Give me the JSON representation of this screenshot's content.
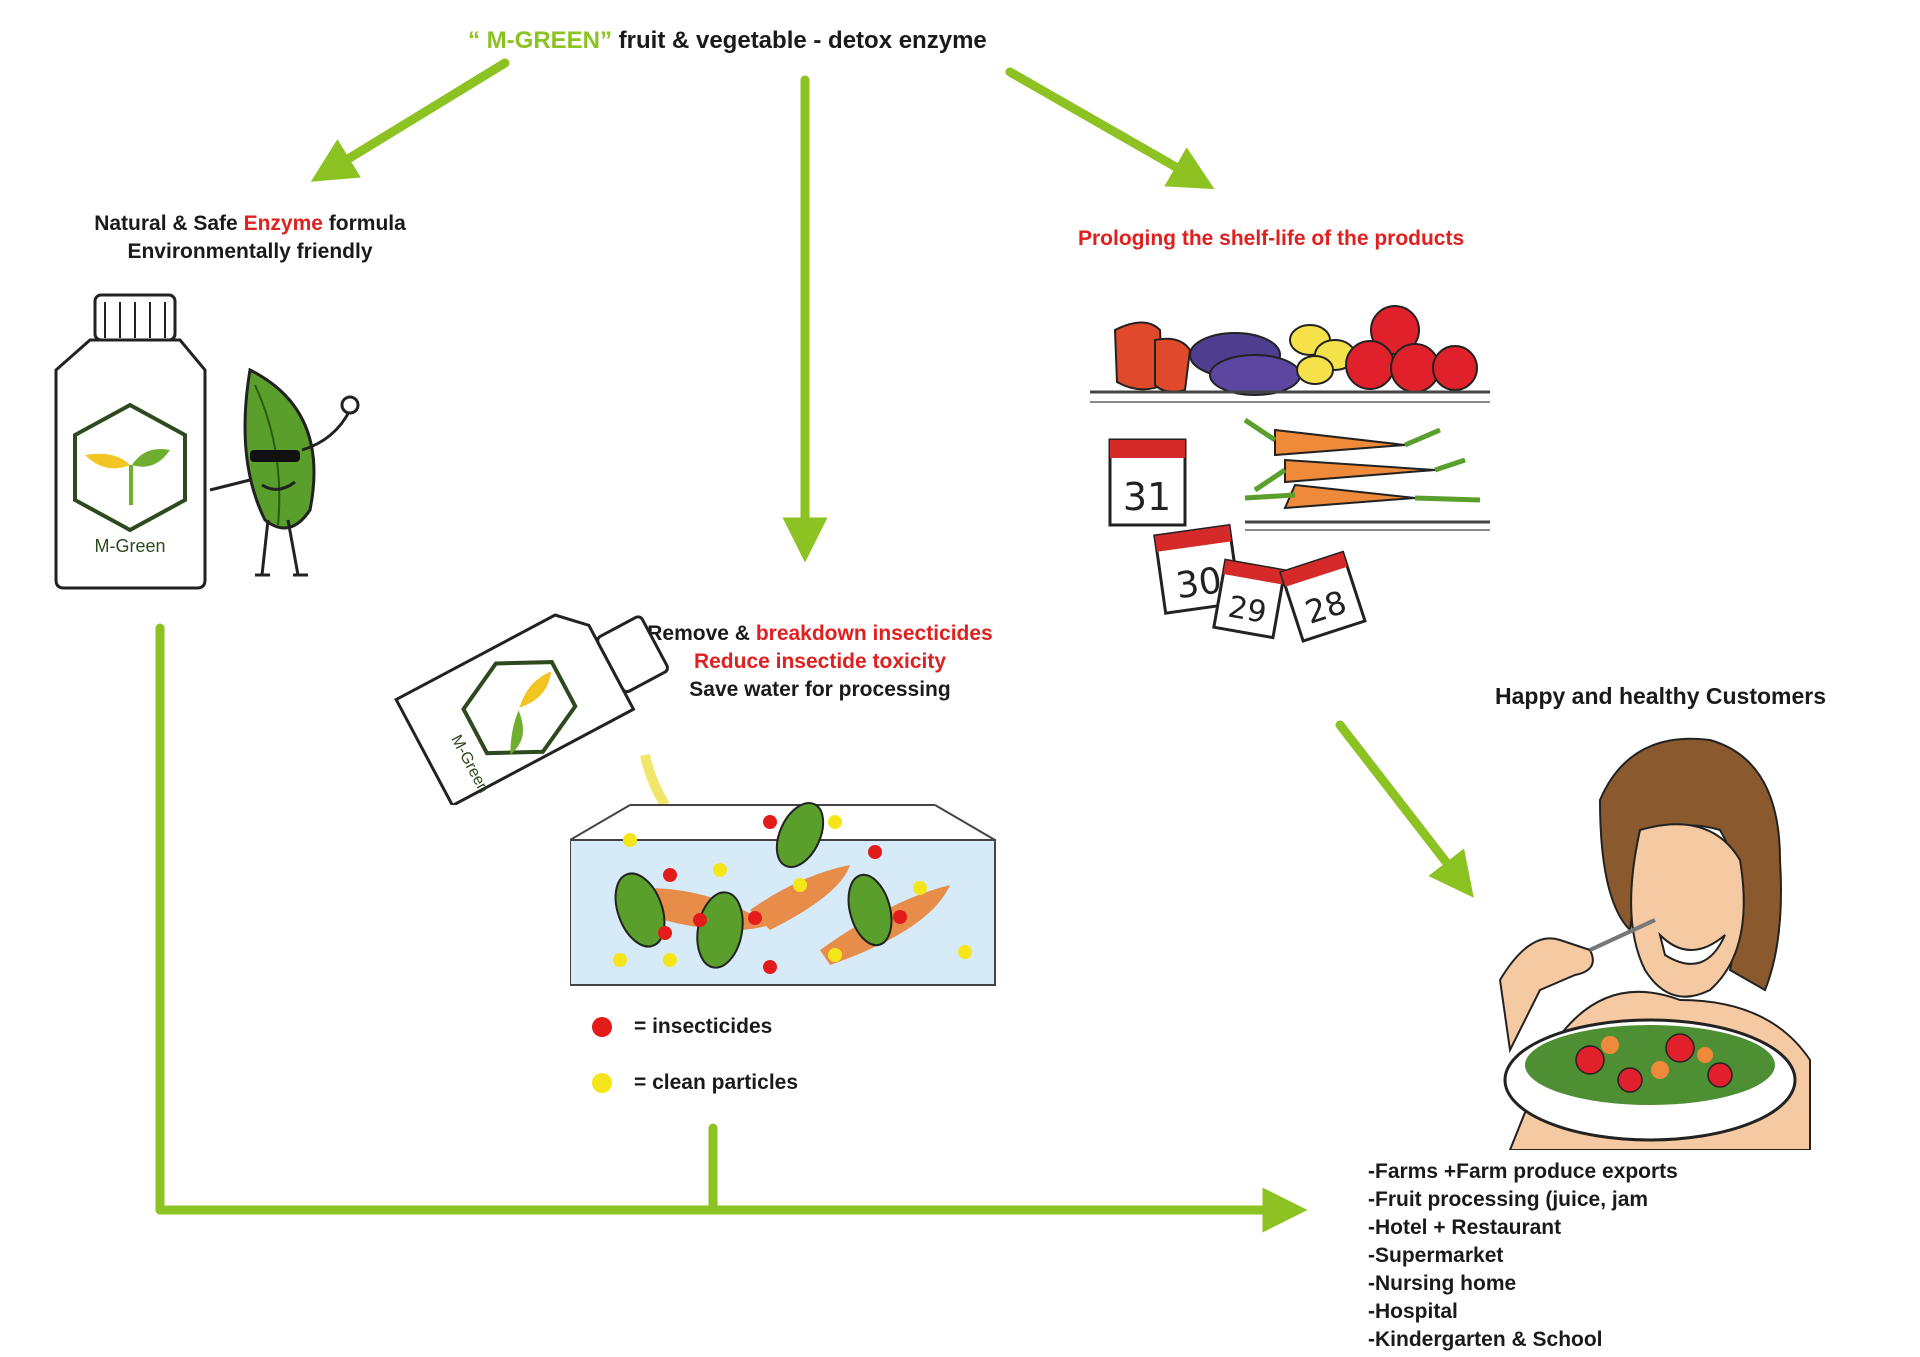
{
  "title": {
    "brand": "“ M-GREEN”",
    "rest": " fruit & vegetable - detox enzyme"
  },
  "left_block": {
    "line1_a": "Natural & Safe ",
    "line1_highlight": "Enzyme",
    "line1_b": " formula",
    "line2": "Environmentally friendly"
  },
  "bottle_label": "M-Green",
  "middle_block": {
    "line1_a": "Remove & ",
    "line1_highlight": "breakdown insecticides",
    "line2": "Reduce insectide toxicity",
    "line3": "Save water for processing"
  },
  "legend": {
    "insecticides": "= insecticides",
    "clean": "= clean particles"
  },
  "right_block": {
    "shelf_life": "Prologing the shelf-life of the products",
    "calendar_days": [
      "31",
      "30",
      "29",
      "28"
    ],
    "customers": "Happy and healthy Customers"
  },
  "customer_list": [
    "-Farms +Farm produce exports",
    "-Fruit processing (juice, jam",
    "-Hotel + Restaurant",
    "-Supermarket",
    "-Nursing home",
    "-Hospital",
    "-Kindergarten & School"
  ],
  "colors": {
    "arrow_green": "#8cc221",
    "highlight_red": "#e01f1f",
    "insecticide_dot": "#e41b1b",
    "clean_dot": "#f5e61a"
  }
}
